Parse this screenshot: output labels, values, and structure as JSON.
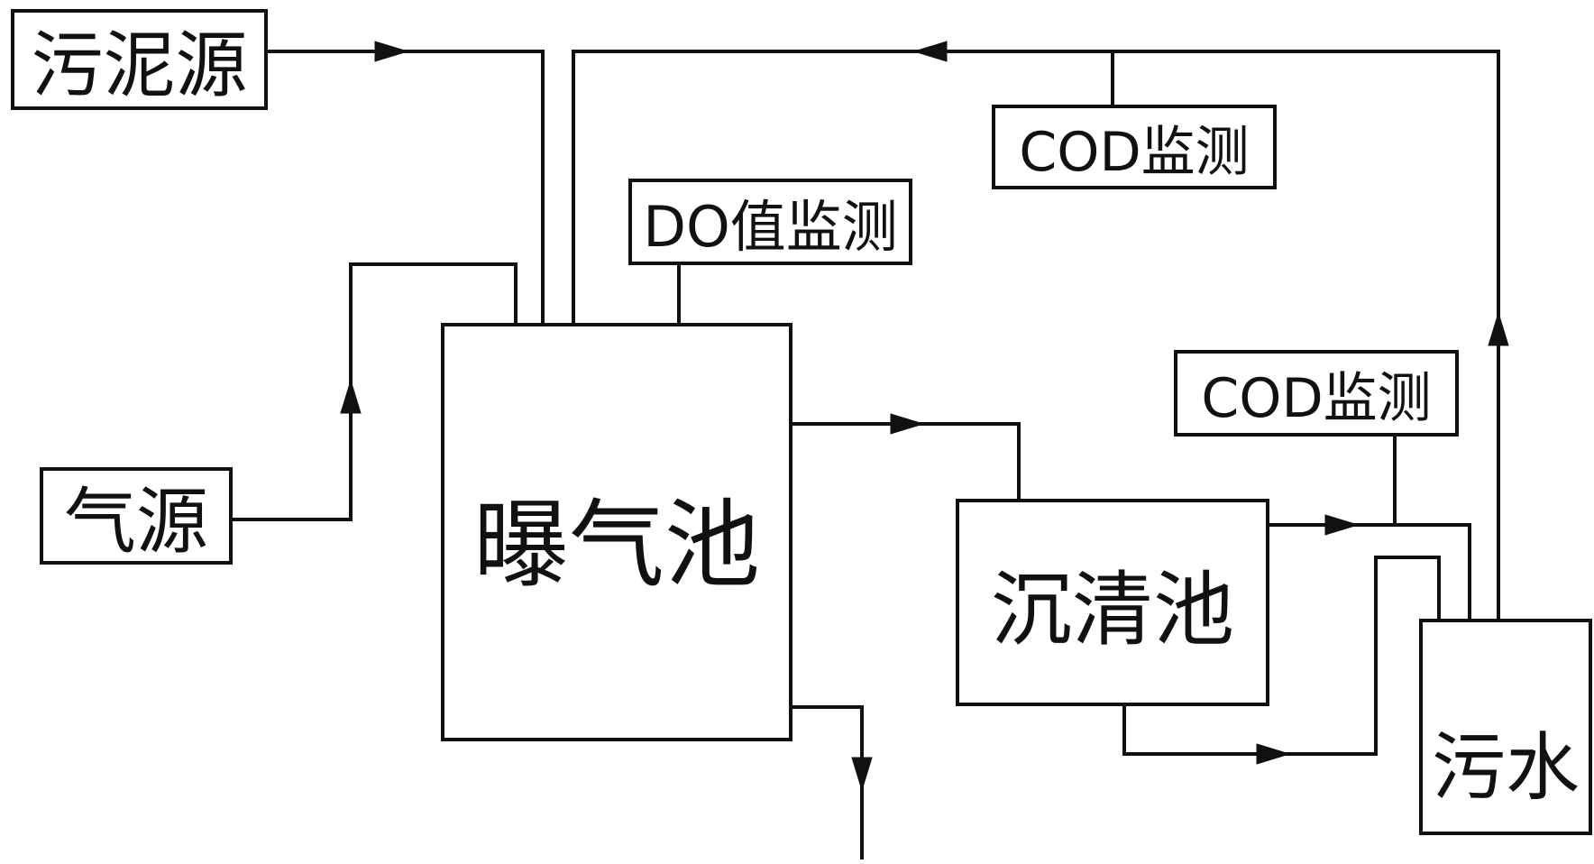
{
  "nodes": {
    "sludge_source": "污泥源",
    "air_source": "气源",
    "aeration_tank": "曝气池",
    "clarifier": "沉清池",
    "sewage": "污水",
    "do_monitor": "DO值监测",
    "cod_monitor_top": "COD监测",
    "cod_monitor_mid": "COD监测"
  },
  "colors": {
    "line": "#111111",
    "background": "#ffffff"
  }
}
